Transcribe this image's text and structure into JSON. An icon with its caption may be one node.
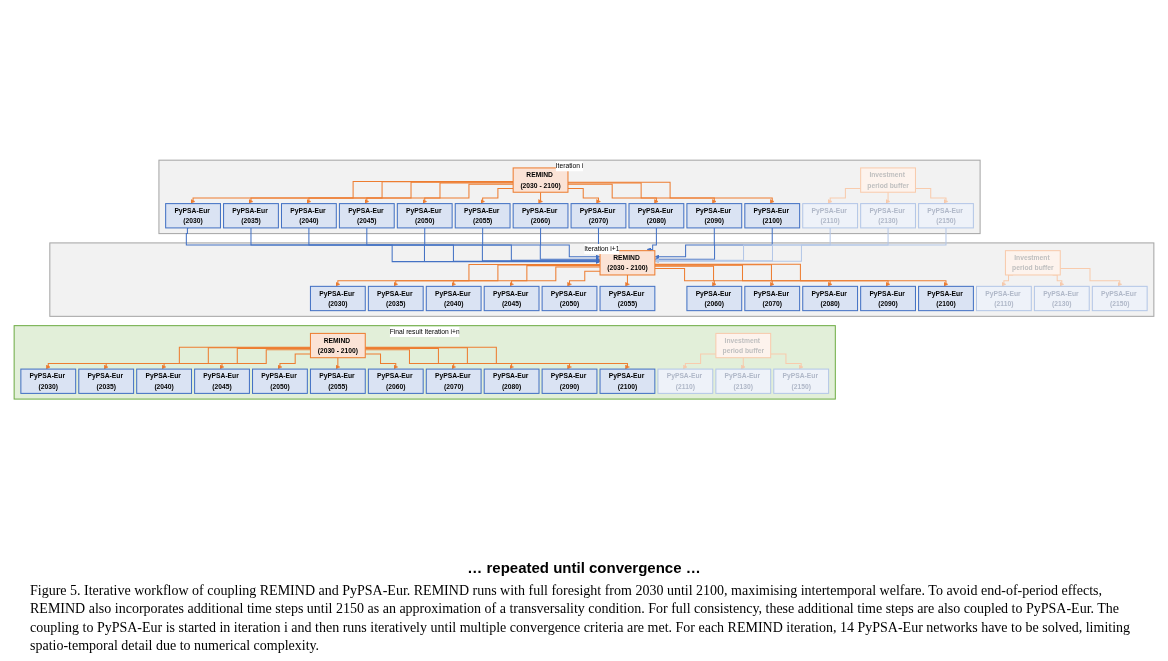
{
  "diagram": {
    "caption": "Figure 5. Iterative workflow of coupling REMIND and PyPSA-Eur. REMIND runs with full foresight from 2030 until 2100, maximising intertemporal welfare. To avoid end-of-period effects, REMIND also incorporates additional time steps until 2150 as an approximation of a transversality condition. For full consistency, these additional time steps are also coupled to PyPSA-Eur. The coupling to PyPSA-Eur is started in iteration i and then runs iteratively until multiple convergence criteria are met. For each REMIND iteration, 14 PyPSA-Eur networks have to be solved, limiting spatio-temporal detail due to numerical complexity.",
    "nodes": [
      {
        "text": [
          "Iteration i"
        ]
      },
      {
        "text": [
          "REMIND (2030 - 2100)"
        ],
        "in": 0
      },
      {
        "text": [
          "Investment period buffer"
        ],
        "in": 0
      },
      {
        "text": [
          "PyPSA-Eur (2030)"
        ],
        "in": 0
      },
      {
        "text": [
          "PyPSA-Eur (2035)"
        ],
        "in": 0
      },
      {
        "text": [
          "PyPSA-Eur (2040)"
        ],
        "in": 0
      },
      {
        "text": [
          "PyPSA-Eur (2045)"
        ],
        "in": 0
      },
      {
        "text": [
          "PyPSA-Eur (2050)"
        ],
        "in": 0
      },
      {
        "text": [
          "PyPSA-Eur (2055)"
        ],
        "in": 0
      },
      {
        "text": [
          "PyPSA-Eur (2060)"
        ],
        "in": 0
      },
      {
        "text": [
          "PyPSA-Eur (2070)"
        ],
        "in": 0
      },
      {
        "text": [
          "PyPSA-Eur (2080)"
        ],
        "in": 0
      },
      {
        "text": [
          "PyPSA-Eur (2090)"
        ],
        "in": 0
      },
      {
        "text": [
          "PyPSA-Eur (2100)"
        ],
        "in": 0
      },
      {
        "text": [
          "PyPSA-Eur (2110)"
        ],
        "in": 0
      },
      {
        "text": [
          "PyPSA-Eur (2130)"
        ],
        "in": 0
      },
      {
        "text": [
          "PyPSA-Eur (2150)"
        ],
        "in": 0
      },
      {
        "text": [
          "Iteration i+1"
        ]
      },
      {
        "text": [
          "REMIND (2030 - 2100)"
        ],
        "in": 17
      },
      {
        "text": [
          "Investment period buffer"
        ],
        "in": 17
      },
      {
        "text": [
          "PyPSA-Eur (2030)"
        ],
        "in": 17
      },
      {
        "text": [
          "PyPSA-Eur (2035)"
        ],
        "in": 17
      },
      {
        "text": [
          "PyPSA-Eur (2040)"
        ],
        "in": 17
      },
      {
        "text": [
          "PyPSA-Eur (2045)"
        ],
        "in": 17
      },
      {
        "text": [
          "PyPSA-Eur (2050)"
        ],
        "in": 17
      },
      {
        "text": [
          "PyPSA-Eur (2055)"
        ],
        "in": 17
      },
      {
        "text": [
          "PyPSA-Eur (2060)"
        ],
        "in": 17
      },
      {
        "text": [
          "PyPSA-Eur (2070)"
        ],
        "in": 17
      },
      {
        "text": [
          "PyPSA-Eur (2080)"
        ],
        "in": 17
      },
      {
        "text": [
          "PyPSA-Eur (2090)"
        ],
        "in": 17
      },
      {
        "text": [
          "PyPSA-Eur (2100)"
        ],
        "in": 17
      },
      {
        "text": [
          "PyPSA-Eur (2110)"
        ],
        "in": 17
      },
      {
        "text": [
          "PyPSA-Eur (2130)"
        ],
        "in": 17
      },
      {
        "text": [
          "PyPSA-Eur (2150)"
        ],
        "in": 17
      },
      {
        "text": [
          "Final result Iteration i+n"
        ]
      },
      {
        "text": [
          "REMIND (2030 - 2100)"
        ],
        "in": 34
      },
      {
        "text": [
          "Investment period buffer"
        ],
        "in": 34
      },
      {
        "text": [
          "PyPSA-Eur (2030)"
        ],
        "in": 34
      },
      {
        "text": [
          "PyPSA-Eur (2035)"
        ],
        "in": 34
      },
      {
        "text": [
          "PyPSA-Eur (2040)"
        ],
        "in": 34
      },
      {
        "text": [
          "PyPSA-Eur (2045)"
        ],
        "in": 34
      },
      {
        "text": [
          "PyPSA-Eur (2050)"
        ],
        "in": 34
      },
      {
        "text": [
          "PyPSA-Eur (2055)"
        ],
        "in": 34
      },
      {
        "text": [
          "PyPSA-Eur (2060)"
        ],
        "in": 34
      },
      {
        "text": [
          "PyPSA-Eur (2070)"
        ],
        "in": 34
      },
      {
        "text": [
          "PyPSA-Eur (2080)"
        ],
        "in": 34
      },
      {
        "text": [
          "PyPSA-Eur (2090)"
        ],
        "in": 34
      },
      {
        "text": [
          "PyPSA-Eur (2100)"
        ],
        "in": 34
      },
      {
        "text": [
          "PyPSA-Eur (2110)"
        ],
        "in": 34
      },
      {
        "text": [
          "PyPSA-Eur (2130)"
        ],
        "in": 34
      },
      {
        "text": [
          "PyPSA-Eur (2150)"
        ],
        "in": 34
      }
    ],
    "edges": [
      {
        "from": 1,
        "to": 3,
        "arrow": "to"
      },
      {
        "from": 1,
        "to": 4,
        "arrow": "to"
      },
      {
        "from": 1,
        "to": 5,
        "arrow": "to"
      },
      {
        "from": 1,
        "to": 6,
        "arrow": "to"
      },
      {
        "from": 1,
        "to": 7,
        "arrow": "to"
      },
      {
        "from": 1,
        "to": 8,
        "arrow": "to"
      },
      {
        "from": 1,
        "to": 9,
        "arrow": "to"
      },
      {
        "from": 1,
        "to": 10,
        "arrow": "to"
      },
      {
        "from": 1,
        "to": 11,
        "arrow": "to"
      },
      {
        "from": 1,
        "to": 12,
        "arrow": "to"
      },
      {
        "from": 1,
        "to": 13,
        "arrow": "to"
      },
      {
        "from": 2,
        "to": 14,
        "arrow": "to",
        "color": "#f8cbad"
      },
      {
        "from": 2,
        "to": 15,
        "arrow": "to",
        "color": "#f8cbad"
      },
      {
        "from": 2,
        "to": 16,
        "arrow": "to",
        "color": "#f8cbad"
      },
      {
        "from": 3,
        "to": 18,
        "arrow": "to",
        "color": "#4472c4"
      },
      {
        "from": 4,
        "to": 18,
        "arrow": "to",
        "color": "#4472c4"
      },
      {
        "from": 5,
        "to": 18,
        "arrow": "to",
        "color": "#4472c4"
      },
      {
        "from": 6,
        "to": 18,
        "arrow": "to",
        "color": "#4472c4"
      },
      {
        "from": 7,
        "to": 18,
        "arrow": "to",
        "color": "#4472c4"
      },
      {
        "from": 8,
        "to": 18,
        "arrow": "to",
        "color": "#4472c4"
      },
      {
        "from": 9,
        "to": 18,
        "arrow": "to",
        "color": "#4472c4"
      },
      {
        "from": 10,
        "to": 18,
        "arrow": "to",
        "color": "#4472c4"
      },
      {
        "from": 11,
        "to": 18,
        "arrow": "to",
        "color": "#4472c4"
      },
      {
        "from": 12,
        "to": 18,
        "arrow": "to",
        "color": "#4472c4"
      },
      {
        "from": 13,
        "to": 18,
        "arrow": "to",
        "color": "#4472c4"
      },
      {
        "from": 14,
        "to": 18,
        "arrow": "to",
        "color": "#b4c7e7"
      },
      {
        "from": 15,
        "to": 18,
        "arrow": "to",
        "color": "#b4c7e7"
      },
      {
        "from": 16,
        "to": 18,
        "arrow": "to",
        "color": "#b4c7e7"
      },
      {
        "from": 18,
        "to": 20,
        "arrow": "to"
      },
      {
        "from": 18,
        "to": 21,
        "arrow": "to"
      },
      {
        "from": 18,
        "to": 22,
        "arrow": "to"
      },
      {
        "from": 18,
        "to": 23,
        "arrow": "to"
      },
      {
        "from": 18,
        "to": 24,
        "arrow": "to"
      },
      {
        "from": 18,
        "to": 25,
        "arrow": "to"
      },
      {
        "from": 18,
        "to": 26,
        "arrow": "to"
      },
      {
        "from": 18,
        "to": 27,
        "arrow": "to"
      },
      {
        "from": 18,
        "to": 28,
        "arrow": "to"
      },
      {
        "from": 18,
        "to": 29,
        "arrow": "to"
      },
      {
        "from": 18,
        "to": 30,
        "arrow": "to"
      },
      {
        "from": 19,
        "to": 31,
        "arrow": "to",
        "color": "#f8cbad"
      },
      {
        "from": 19,
        "to": 32,
        "arrow": "to",
        "color": "#f8cbad"
      },
      {
        "from": 19,
        "to": 33,
        "arrow": "to",
        "color": "#f8cbad"
      },
      {
        "from": 35,
        "to": 37,
        "arrow": "to"
      },
      {
        "from": 35,
        "to": 38,
        "arrow": "to"
      },
      {
        "from": 35,
        "to": 39,
        "arrow": "to"
      },
      {
        "from": 35,
        "to": 40,
        "arrow": "to"
      },
      {
        "from": 35,
        "to": 41,
        "arrow": "to"
      },
      {
        "from": 35,
        "to": 42,
        "arrow": "to"
      },
      {
        "from": 35,
        "to": 43,
        "arrow": "to"
      },
      {
        "from": 35,
        "to": 44,
        "arrow": "to"
      },
      {
        "from": 35,
        "to": 45,
        "arrow": "to"
      },
      {
        "from": 35,
        "to": 46,
        "arrow": "to"
      },
      {
        "from": 35,
        "to": 47,
        "arrow": "to"
      },
      {
        "from": 36,
        "to": 48,
        "arrow": "to",
        "color": "#f8cbad"
      },
      {
        "from": 36,
        "to": 49,
        "arrow": "to",
        "color": "#f8cbad"
      },
      {
        "from": 36,
        "to": 50,
        "arrow": "to",
        "color": "#f8cbad"
      }
    ],
    "labels": [
      "… repeated until convergence …"
    ]
  }
}
